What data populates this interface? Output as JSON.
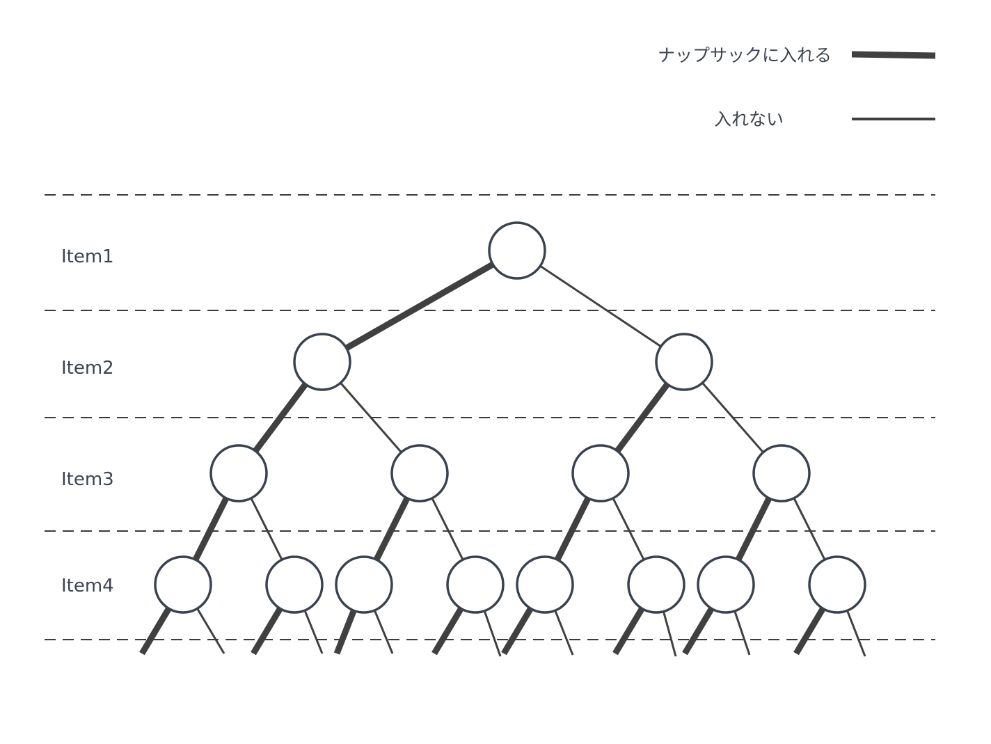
{
  "legend": {
    "include_label": "ナップサックに入れる",
    "exclude_label": "入れない"
  },
  "levels": [
    "Item1",
    "Item2",
    "Item3",
    "Item4"
  ],
  "colors": {
    "line": "#404040",
    "node_stroke": "#3a4250",
    "node_fill": "#ffffff",
    "dash": "#3a3a3a",
    "text": "#3d4451"
  },
  "tree": {
    "depth": 4,
    "include_branch": "left",
    "exclude_branch": "right"
  }
}
